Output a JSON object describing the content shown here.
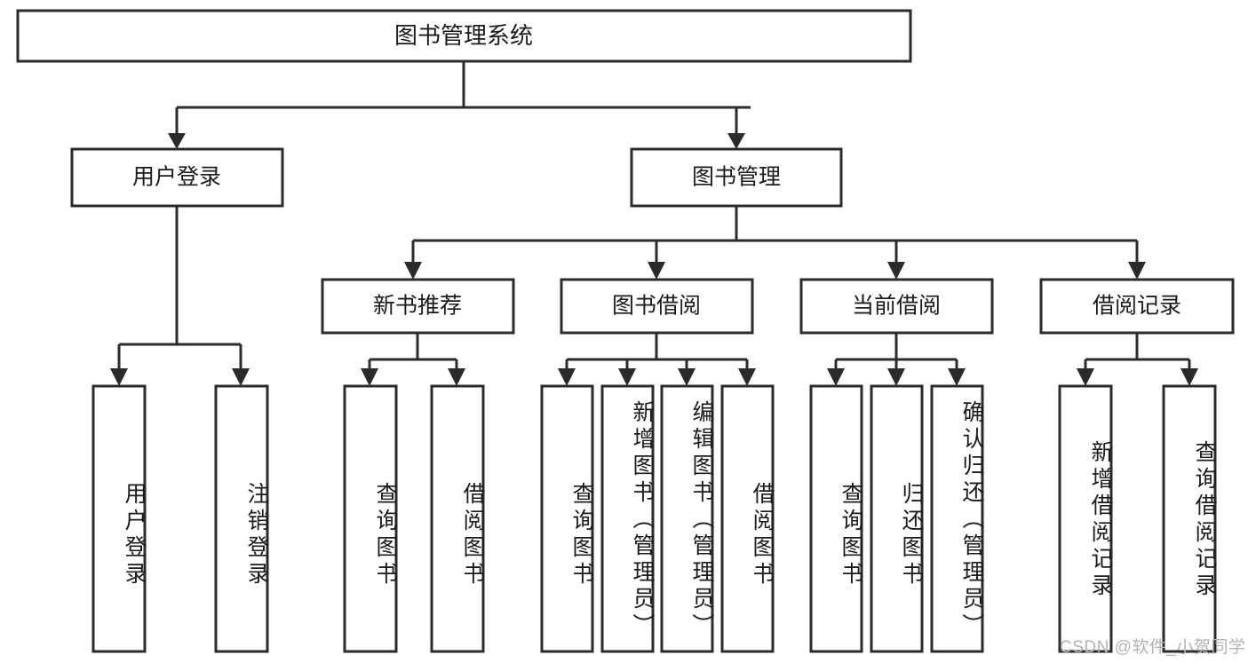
{
  "diagram": {
    "type": "tree-hierarchy",
    "orientation": "top-down",
    "background_color": "#ffffff",
    "box_stroke_color": "#2b2b2b",
    "text_color": "#1b1b1b",
    "root": {
      "label": "图书管理系统"
    },
    "level1": [
      {
        "label": "用户登录"
      },
      {
        "label": "图书管理"
      }
    ],
    "level2": [
      {
        "label": "新书推荐"
      },
      {
        "label": "图书借阅"
      },
      {
        "label": "当前借阅"
      },
      {
        "label": "借阅记录"
      }
    ],
    "leaves": {
      "user_login": [
        {
          "label": "用户登录"
        },
        {
          "label": "注销登录"
        }
      ],
      "new_book_recommend": [
        {
          "label": "查询图书"
        },
        {
          "label": "借阅图书"
        }
      ],
      "book_borrow": [
        {
          "label": "查询图书"
        },
        {
          "label": "新增图书（管理员）"
        },
        {
          "label": "编辑图书（管理员）"
        },
        {
          "label": "借阅图书"
        }
      ],
      "current_borrow": [
        {
          "label": "查询图书"
        },
        {
          "label": "归还图书"
        },
        {
          "label": "确认归还（管理员）"
        }
      ],
      "borrow_record": [
        {
          "label": "新增借阅记录"
        },
        {
          "label": "查询借阅记录"
        }
      ]
    }
  },
  "watermark": {
    "text": "CSDN @软件_小贺同学",
    "color": "#b3b3b3"
  }
}
